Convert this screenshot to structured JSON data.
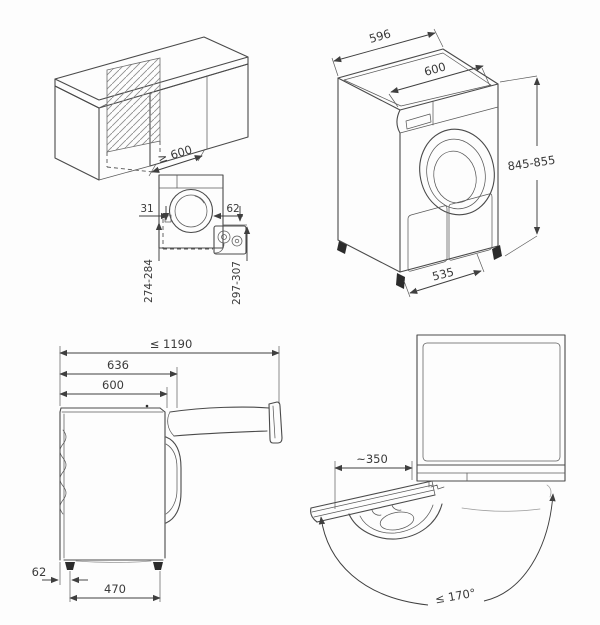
{
  "diagram": {
    "title": "appliance-installation-dimensions",
    "views": {
      "niche": {
        "min_width": "≥ 600"
      },
      "rear": {
        "left_offset": "31",
        "right_offset": "62",
        "left_height": "274-284",
        "right_height": "297-307"
      },
      "iso": {
        "width": "596",
        "top_width": "600",
        "height": "845-855",
        "front_width": "535"
      },
      "side": {
        "max_depth": "≤ 1190",
        "depth_hinge": "636",
        "depth_body": "600",
        "rear_foot": "62",
        "foot_spacing": "470"
      },
      "top": {
        "door_projection": "~350",
        "door_angle": "≤ 170°"
      }
    },
    "colors": {
      "line": "#4a4a4a",
      "text": "#3a3a3a",
      "background": "#fdfdfd",
      "feet": "#2b2b2b"
    }
  }
}
